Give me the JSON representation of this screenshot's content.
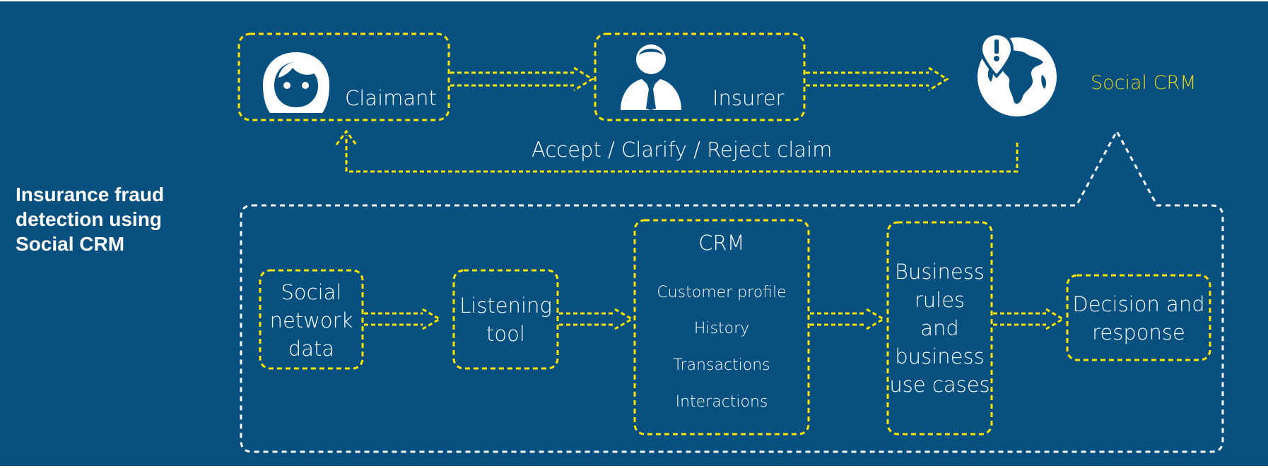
{
  "title_lines": [
    "Insurance fraud",
    "detection using",
    "Social CRM"
  ],
  "top_flow": {
    "claimant": {
      "label": "Claimant",
      "icon": "woman-face-icon"
    },
    "insurer": {
      "label": "Insurer",
      "icon": "businessman-icon"
    },
    "social_crm": {
      "label": "Social CRM",
      "icon": "globe-alert-icon"
    },
    "feedback_label": "Accept / Clarify / Reject claim"
  },
  "pipeline": {
    "social_network_data": [
      "Social",
      "network",
      "data"
    ],
    "listening_tool": [
      "Listening",
      "tool"
    ],
    "crm": {
      "title": "CRM",
      "items": [
        "Customer profile",
        "History",
        "Transactions",
        "Interactions"
      ]
    },
    "business_rules": [
      "Business",
      "rules",
      "and",
      "business",
      "use cases"
    ],
    "decision": [
      "Decision and",
      "response"
    ]
  },
  "colors": {
    "background": "#05507f",
    "dashed_yellow": "#ffe600",
    "dashed_white": "#ffffff",
    "accent_text": "#e8d31a",
    "text": "#ffffff"
  }
}
